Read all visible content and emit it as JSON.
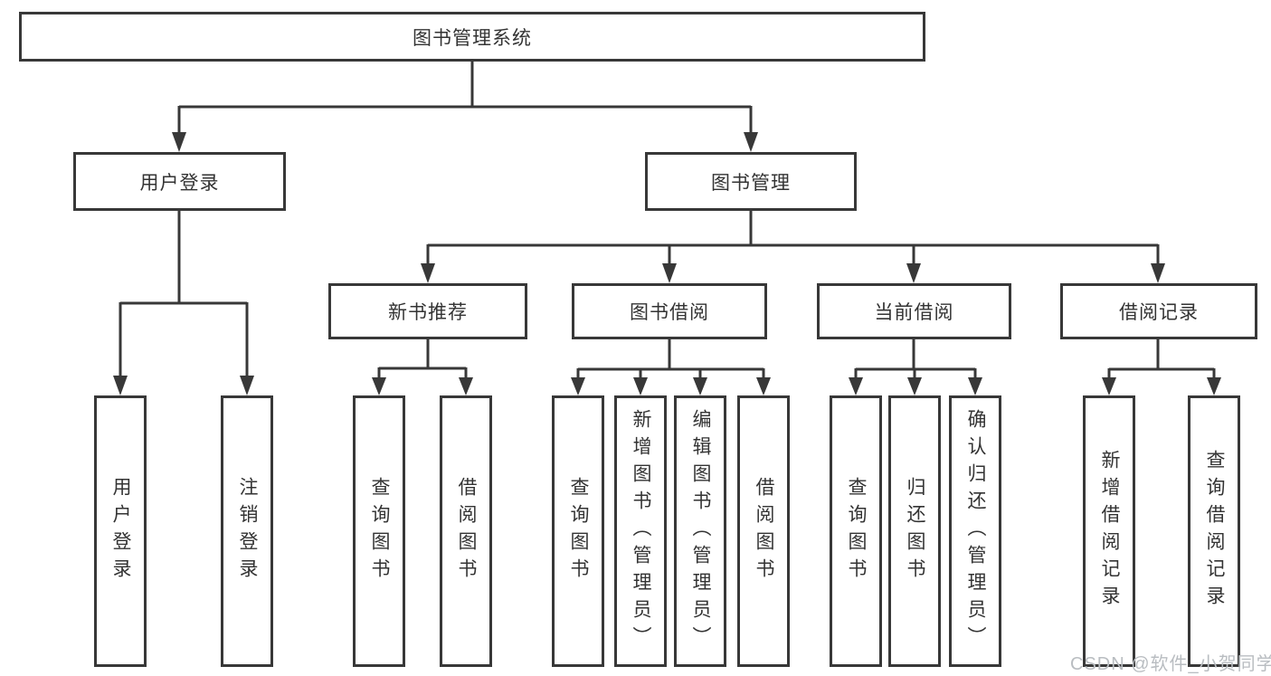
{
  "tree": {
    "root": {
      "label": "图书管理系统"
    },
    "branches": [
      {
        "label": "用户登录",
        "leaves": [
          "用户登录",
          "注销登录"
        ]
      },
      {
        "label": "图书管理",
        "groups": [
          {
            "label": "新书推荐",
            "leaves": [
              "查询图书",
              "借阅图书"
            ]
          },
          {
            "label": "图书借阅",
            "leaves": [
              "查询图书",
              "新增图书（管理员）",
              "编辑图书（管理员）",
              "借阅图书"
            ]
          },
          {
            "label": "当前借阅",
            "leaves": [
              "查询图书",
              "归还图书",
              "确认归还（管理员）"
            ]
          },
          {
            "label": "借阅记录",
            "leaves": [
              "新增借阅记录",
              "查询借阅记录"
            ]
          }
        ]
      }
    ]
  },
  "watermark": {
    "text": "CSDN @软件_小贺同学"
  },
  "colors": {
    "line": "#383838",
    "box_border": "#383838",
    "text": "#333333",
    "background": "#ffffff",
    "watermark": "#b9bdc1"
  }
}
